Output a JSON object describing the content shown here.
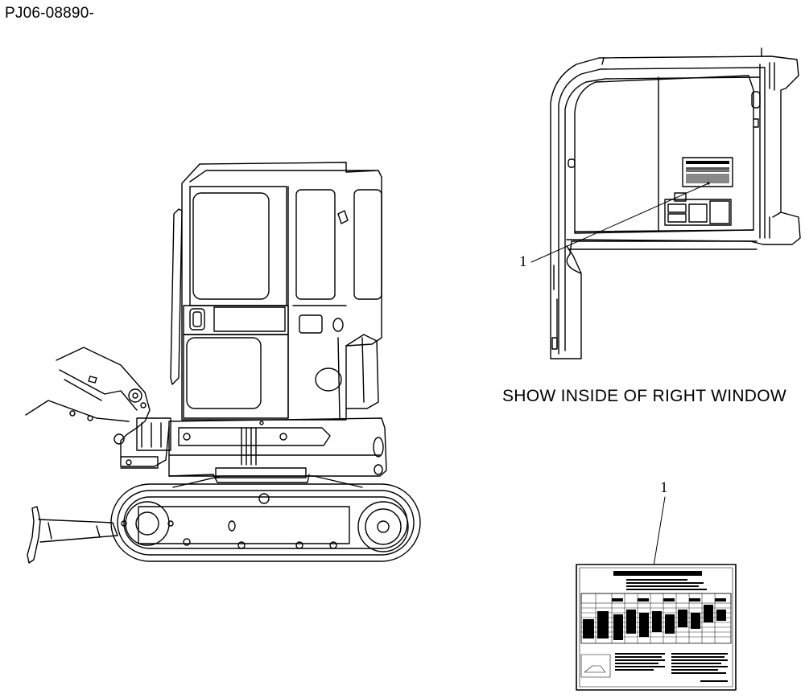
{
  "document": {
    "part_number": "PJ06-08890-",
    "caption": "SHOW INSIDE OF RIGHT WINDOW"
  },
  "callouts": [
    {
      "label": "1"
    },
    {
      "label": "1"
    }
  ],
  "decal": {
    "title": "CX30C LIFTING CAPACITIES"
  }
}
